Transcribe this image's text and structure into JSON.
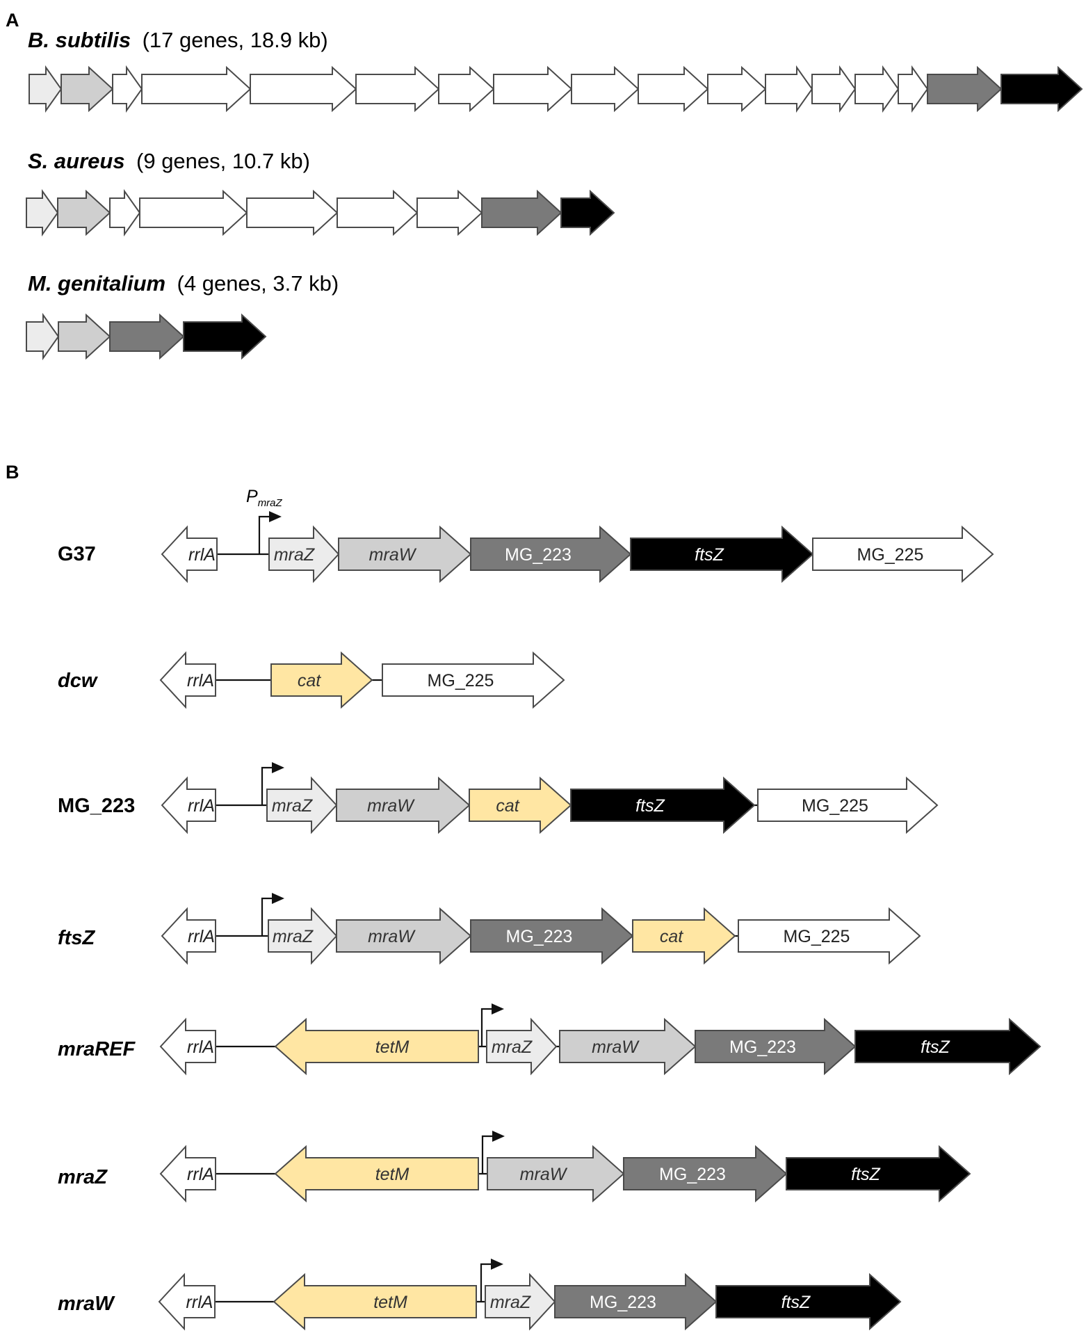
{
  "colors": {
    "white": "#ffffff",
    "very_light_gray": "#ececec",
    "light_gray": "#cfcfcf",
    "dark_gray": "#7a7a7a",
    "black": "#000000",
    "yellow": "#ffe6a3",
    "outline": "#4a4a4a"
  },
  "panels": {
    "a": "A",
    "b": "B"
  },
  "panel_a": {
    "organisms": [
      {
        "name": "B. subtilis",
        "detail": "(17 genes, 18.9 kb)",
        "genes": [
          "very_light_gray",
          "light_gray",
          "white",
          "white",
          "white",
          "white",
          "white",
          "white",
          "white",
          "white",
          "white",
          "white",
          "white",
          "white",
          "white",
          "dark_gray",
          "black"
        ]
      },
      {
        "name": "S. aureus",
        "detail": "(9 genes, 10.7 kb)",
        "genes": [
          "very_light_gray",
          "light_gray",
          "white",
          "white",
          "white",
          "white",
          "white",
          "dark_gray",
          "black"
        ]
      },
      {
        "name": "M. genitalium",
        "detail": "(4 genes, 3.7 kb)",
        "genes": [
          "very_light_gray",
          "light_gray",
          "dark_gray",
          "black"
        ]
      }
    ]
  },
  "panel_b": {
    "promoter_label": "P",
    "promoter_subscript": "mraZ",
    "strains": [
      {
        "name": "G37",
        "italic": false,
        "genes": [
          {
            "label": "rrlA",
            "color": "white",
            "italic": true
          },
          {
            "label": "mraZ",
            "color": "very_light_gray",
            "italic": true
          },
          {
            "label": "mraW",
            "color": "light_gray",
            "italic": true
          },
          {
            "label": "MG_223",
            "color": "dark_gray",
            "italic": false
          },
          {
            "label": "ftsZ",
            "color": "black",
            "italic": true
          },
          {
            "label": "MG_225",
            "color": "white",
            "italic": false
          }
        ]
      },
      {
        "name": "dcw",
        "italic": true,
        "genes": [
          {
            "label": "rrlA",
            "color": "white",
            "italic": true
          },
          {
            "label": "cat",
            "color": "yellow",
            "italic": true
          },
          {
            "label": "MG_225",
            "color": "white",
            "italic": false
          }
        ]
      },
      {
        "name": "MG_223",
        "italic": false,
        "genes": [
          {
            "label": "rrlA",
            "color": "white",
            "italic": true
          },
          {
            "label": "mraZ",
            "color": "very_light_gray",
            "italic": true
          },
          {
            "label": "mraW",
            "color": "light_gray",
            "italic": true
          },
          {
            "label": "cat",
            "color": "yellow",
            "italic": true
          },
          {
            "label": "ftsZ",
            "color": "black",
            "italic": true
          },
          {
            "label": "MG_225",
            "color": "white",
            "italic": false
          }
        ]
      },
      {
        "name": "ftsZ",
        "italic": true,
        "genes": [
          {
            "label": "rrlA",
            "color": "white",
            "italic": true
          },
          {
            "label": "mraZ",
            "color": "very_light_gray",
            "italic": true
          },
          {
            "label": "mraW",
            "color": "light_gray",
            "italic": true
          },
          {
            "label": "MG_223",
            "color": "dark_gray",
            "italic": false
          },
          {
            "label": "cat",
            "color": "yellow",
            "italic": true
          },
          {
            "label": "MG_225",
            "color": "white",
            "italic": false
          }
        ]
      },
      {
        "name": "mraREF",
        "italic": true,
        "genes": [
          {
            "label": "rrlA",
            "color": "white",
            "italic": true
          },
          {
            "label": "tetM",
            "color": "yellow",
            "italic": true
          },
          {
            "label": "mraZ",
            "color": "very_light_gray",
            "italic": true
          },
          {
            "label": "mraW",
            "color": "light_gray",
            "italic": true
          },
          {
            "label": "MG_223",
            "color": "dark_gray",
            "italic": false
          },
          {
            "label": "ftsZ",
            "color": "black",
            "italic": true
          }
        ]
      },
      {
        "name": "mraZ",
        "italic": true,
        "genes": [
          {
            "label": "rrlA",
            "color": "white",
            "italic": true
          },
          {
            "label": "tetM",
            "color": "yellow",
            "italic": true
          },
          {
            "label": "mraW",
            "color": "light_gray",
            "italic": true
          },
          {
            "label": "MG_223",
            "color": "dark_gray",
            "italic": false
          },
          {
            "label": "ftsZ",
            "color": "black",
            "italic": true
          }
        ]
      },
      {
        "name": "mraW",
        "italic": true,
        "genes": [
          {
            "label": "rrlA",
            "color": "white",
            "italic": true
          },
          {
            "label": "tetM",
            "color": "yellow",
            "italic": true
          },
          {
            "label": "mraZ",
            "color": "very_light_gray",
            "italic": true
          },
          {
            "label": "MG_223",
            "color": "dark_gray",
            "italic": false
          },
          {
            "label": "ftsZ",
            "color": "black",
            "italic": true
          }
        ]
      }
    ]
  }
}
